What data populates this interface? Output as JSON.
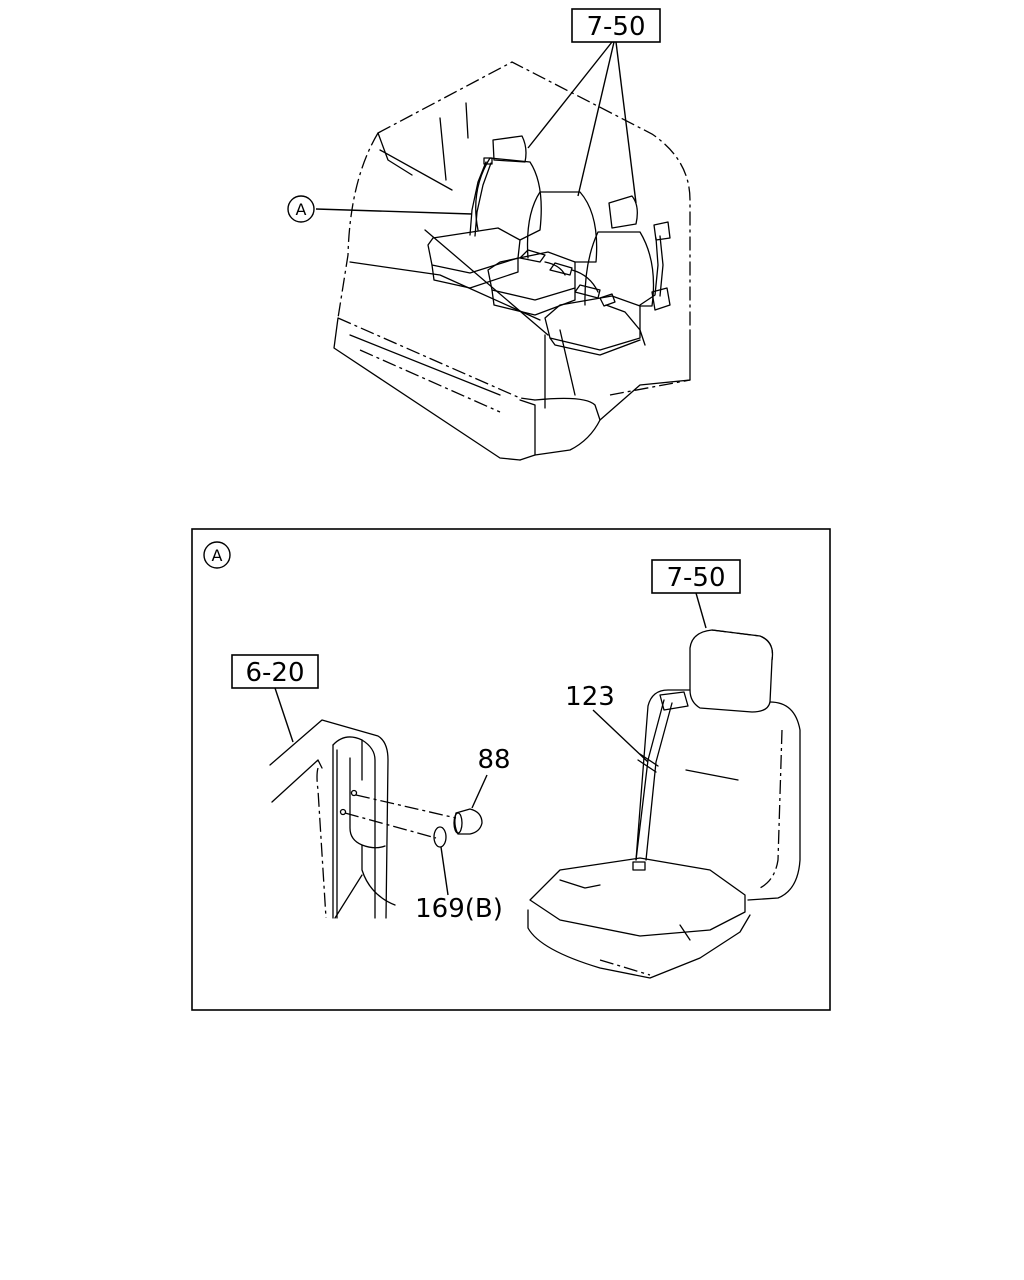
{
  "callouts": {
    "top_ref": "7-50",
    "detail_marker": "A",
    "detail_heading": "A",
    "detail_seat_ref": "7-50",
    "detail_pillar_ref": "6-20",
    "part_123": "123",
    "part_88": "88",
    "part_169": "169(B)"
  }
}
